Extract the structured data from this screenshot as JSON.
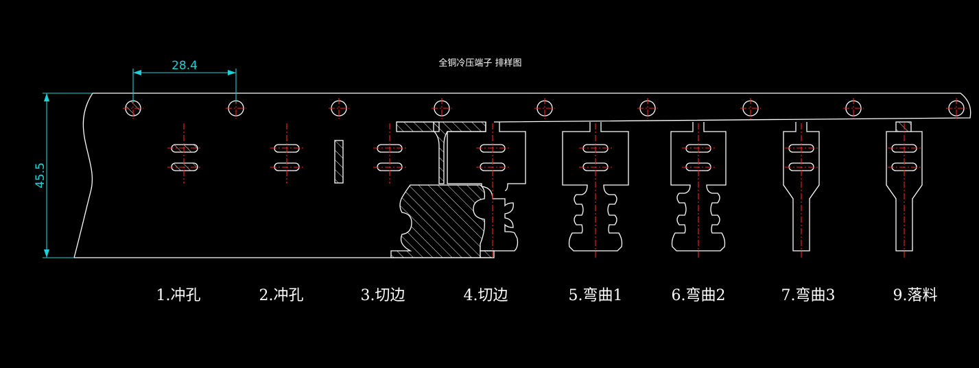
{
  "title": "全铜冷压端子  排样图",
  "dimensions": {
    "pitch": "28.4",
    "strip_width": "45.5"
  },
  "steps": [
    {
      "label": "1.冲孔"
    },
    {
      "label": "2.冲孔"
    },
    {
      "label": "3.切边"
    },
    {
      "label": "4.切边"
    },
    {
      "label": "5.弯曲1"
    },
    {
      "label": "6.弯曲2"
    },
    {
      "label": "7.弯曲3"
    },
    {
      "label": "9.落料"
    }
  ],
  "colors": {
    "background": "#000000",
    "outline": "#ffffff",
    "center_line": "#ff2222",
    "dimension": "#19d3d8"
  }
}
